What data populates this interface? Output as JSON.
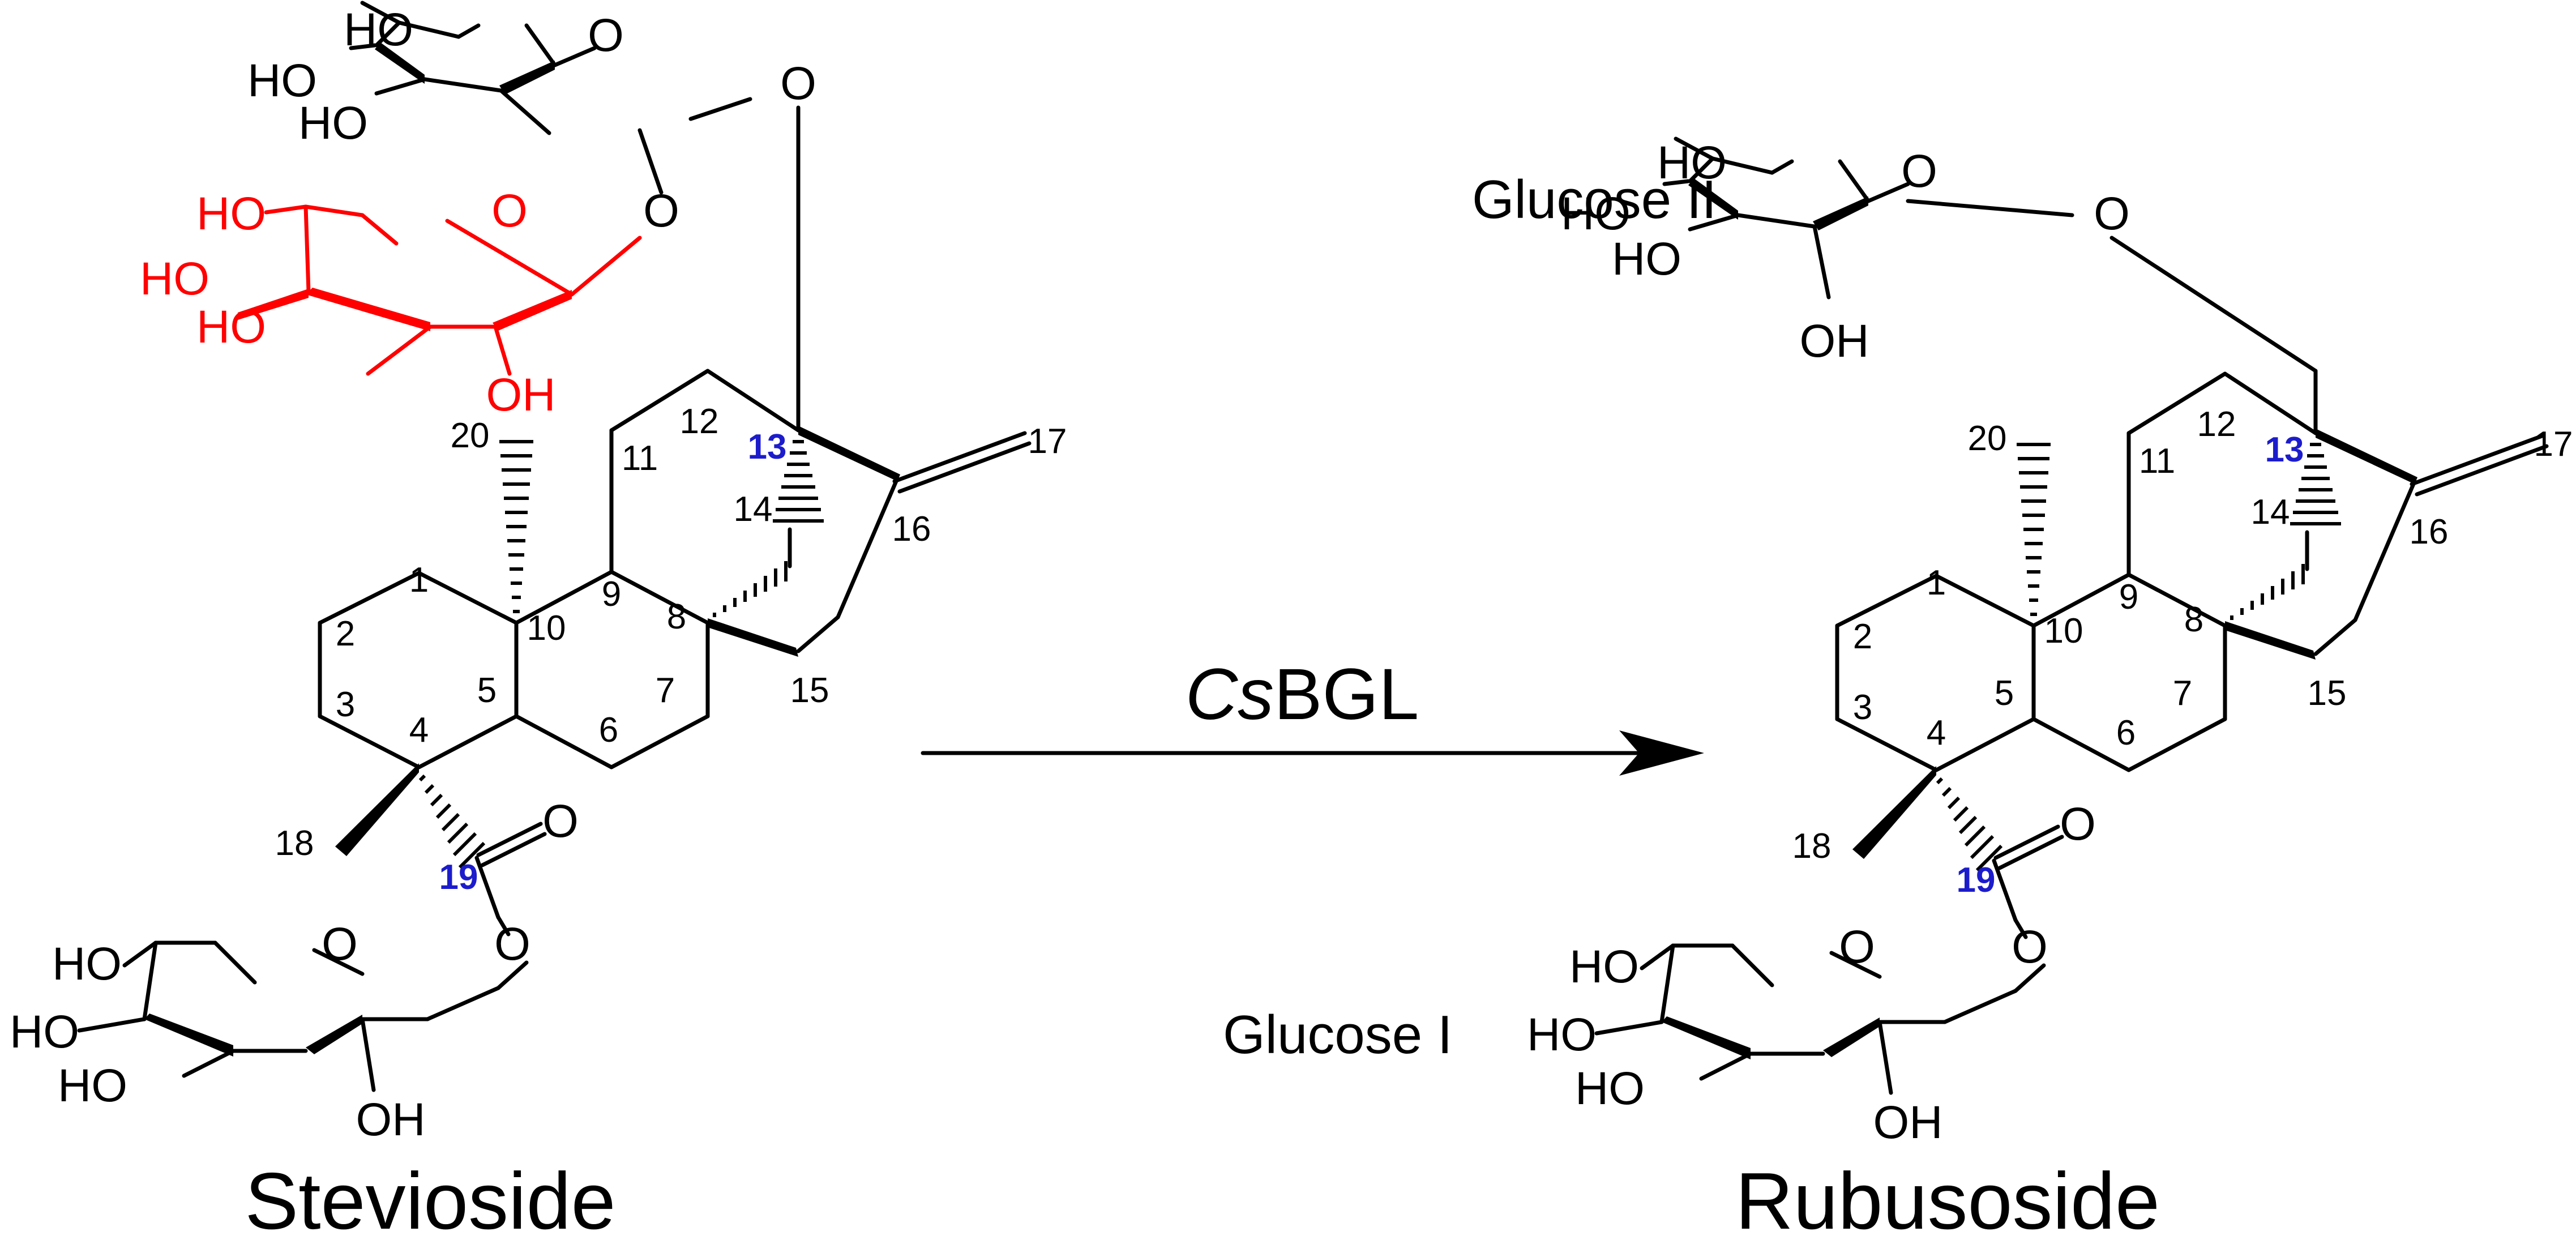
{
  "reactant": {
    "name": "Stevioside",
    "carbon_labels": [
      "1",
      "2",
      "3",
      "4",
      "5",
      "6",
      "7",
      "8",
      "9",
      "10",
      "11",
      "12",
      "14",
      "15",
      "16",
      "17",
      "18",
      "20"
    ],
    "highlight_labels": [
      "13",
      "19"
    ]
  },
  "product": {
    "name": "Rubusoside",
    "carbon_labels": [
      "1",
      "2",
      "3",
      "4",
      "5",
      "6",
      "7",
      "8",
      "9",
      "10",
      "11",
      "12",
      "14",
      "15",
      "16",
      "17",
      "18",
      "20"
    ],
    "highlight_labels": [
      "13",
      "19"
    ],
    "sugar_labels": {
      "glucose_top": "Glucose II",
      "glucose_bottom": "Glucose I"
    }
  },
  "reaction": {
    "enzyme_italic": "Cs",
    "enzyme_rest": "BGL"
  },
  "atoms": {
    "hydroxyl": "OH",
    "hydroxyl_left": "HO",
    "oxygen": "O"
  },
  "colors": {
    "bond": "#000000",
    "removed_glucose": "#ff0000",
    "highlight_carbon": "#1c1ccc"
  }
}
